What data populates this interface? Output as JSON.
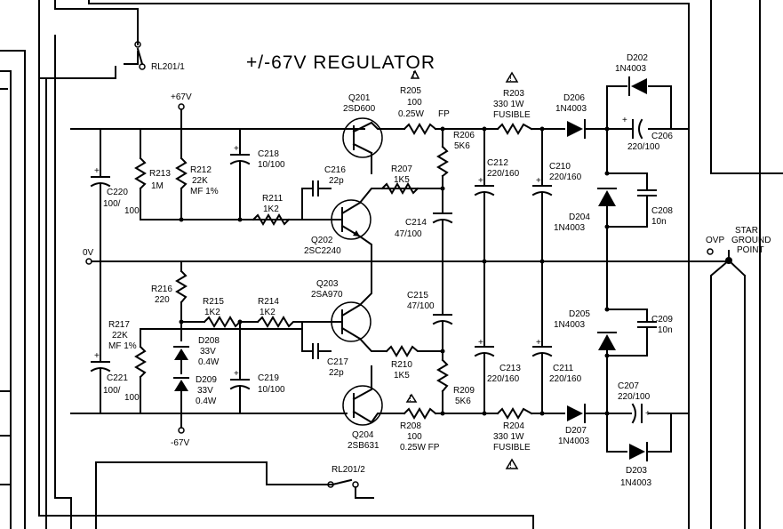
{
  "title": "+/-67V REGULATOR",
  "rails": {
    "pos": "+67V",
    "neg": "-67V",
    "zero": "0V",
    "ovp": "OVP",
    "star": [
      "STAR",
      "GROUND",
      "POINT"
    ]
  },
  "relays": {
    "top": "RL201/1",
    "bottom": "RL201/2"
  },
  "fp": "FP",
  "transistors": {
    "q201": [
      "Q201",
      "2SD600"
    ],
    "q202": [
      "Q202",
      "2SC2240"
    ],
    "q203": [
      "Q203",
      "2SA970"
    ],
    "q204": [
      "Q204",
      "2SB631"
    ]
  },
  "resistors": {
    "r205": [
      "R205",
      "100",
      "0.25W"
    ],
    "r203": [
      "R203",
      "330 1W",
      "FUSIBLE"
    ],
    "r206": [
      "R206",
      "5K6"
    ],
    "r207": [
      "R207",
      "1K5"
    ],
    "r211": [
      "R211",
      "1K2"
    ],
    "r212": [
      "R212",
      "22K",
      "MF 1%"
    ],
    "r213": [
      "R213",
      "1M"
    ],
    "r216": [
      "R216",
      "220"
    ],
    "r215": [
      "R215",
      "1K2"
    ],
    "r214": [
      "R214",
      "1K2"
    ],
    "r217": [
      "R217",
      "22K",
      "MF 1%"
    ],
    "r210": [
      "R210",
      "1K5"
    ],
    "r209": [
      "R209",
      "5K6"
    ],
    "r208": [
      "R208",
      "100",
      "0.25W FP"
    ],
    "r204": [
      "R204",
      "330 1W",
      "FUSIBLE"
    ]
  },
  "capacitors": {
    "c218": [
      "C218",
      "10/100"
    ],
    "c216": [
      "C216",
      "22p"
    ],
    "c220": [
      "C220",
      "100/",
      "100"
    ],
    "c214": [
      "C214",
      "47/100"
    ],
    "c212": [
      "C212",
      "220/160"
    ],
    "c210": [
      "C210",
      "220/160"
    ],
    "c206": [
      "C206",
      "220/100"
    ],
    "c208": [
      "C208",
      "10n"
    ],
    "c215": [
      "C215",
      "47/100"
    ],
    "c217": [
      "C217",
      "22p"
    ],
    "c219": [
      "C219",
      "10/100"
    ],
    "c221": [
      "C221",
      "100/",
      "100"
    ],
    "c213": [
      "C213",
      "220/160"
    ],
    "c211": [
      "C211",
      "220/160"
    ],
    "c209": [
      "C209",
      "10n"
    ],
    "c207": [
      "C207",
      "220/100"
    ]
  },
  "diodes": {
    "d202": [
      "D202",
      "1N4003"
    ],
    "d206": [
      "D206",
      "1N4003"
    ],
    "d204": [
      "D204",
      "1N4003"
    ],
    "d205": [
      "D205",
      "1N4003"
    ],
    "d207": [
      "D207",
      "1N4003"
    ],
    "d203": [
      "D203",
      "1N4003"
    ],
    "d208": [
      "D208",
      "33V",
      "0.4W"
    ],
    "d209": [
      "D209",
      "33V",
      "0.4W"
    ]
  },
  "warning_symbol": "!"
}
